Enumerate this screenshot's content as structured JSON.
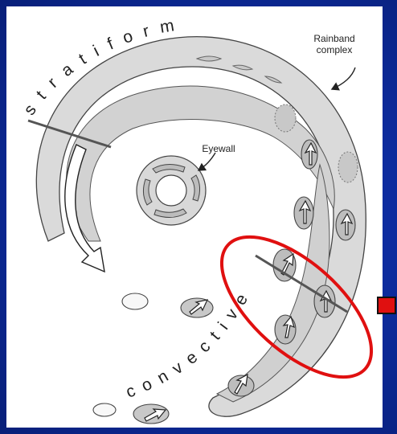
{
  "labels": {
    "rainband_line1": "Rainband",
    "rainband_line2": "complex",
    "eyewall": "Eyewall",
    "stratiform": "stratiform",
    "convective": "convective"
  },
  "colors": {
    "frame": "#0c2a9a",
    "band_fill": "#d8d8d8",
    "cell_fill": "#bcbcbc",
    "highlight_ellipse": "#e01010",
    "marker": "#e01010"
  },
  "icons": [
    "curved-arrow-icon",
    "updraft-arrow-icon",
    "marker-square-icon"
  ]
}
